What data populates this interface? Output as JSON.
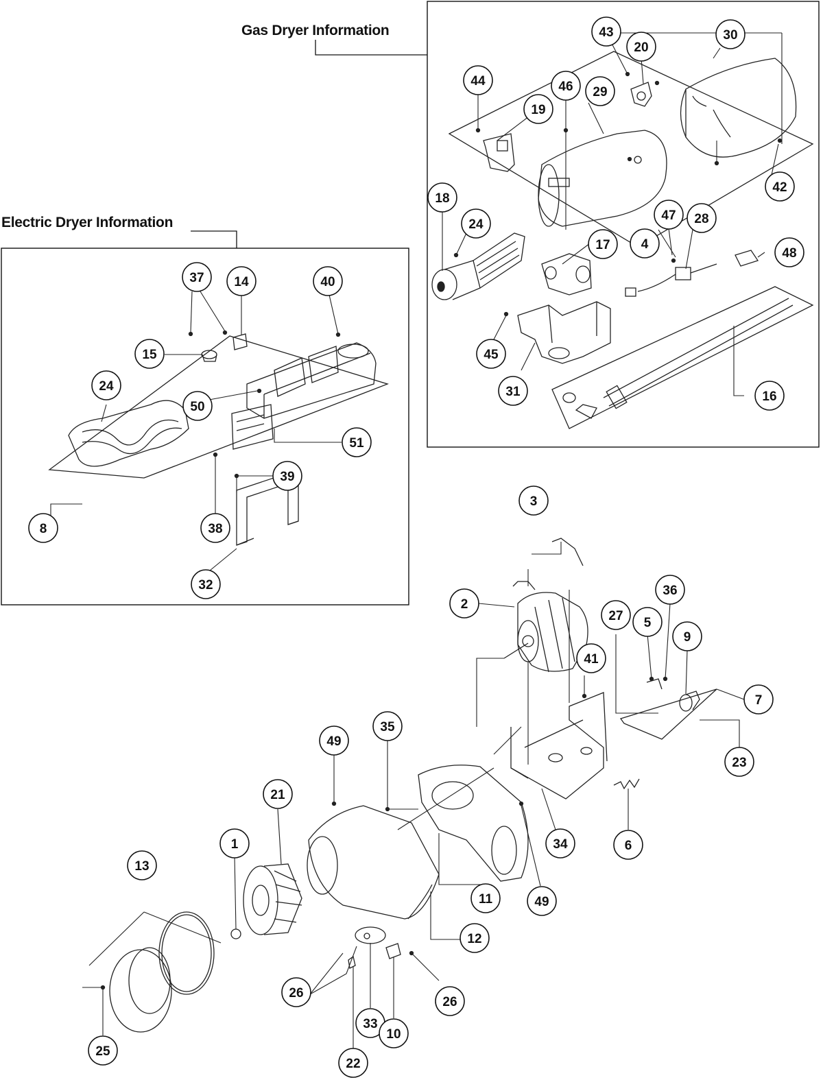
{
  "panels": {
    "gas": {
      "title": "Gas Dryer Information"
    },
    "electric": {
      "title": "Electric Dryer Information"
    }
  },
  "callouts": {
    "c43": "43",
    "c20": "20",
    "c30": "30",
    "c44": "44",
    "c46": "46",
    "c29": "29",
    "c19": "19",
    "c42": "42",
    "c18": "18",
    "c24g": "24",
    "c47": "47",
    "c28": "28",
    "c17": "17",
    "c4": "4",
    "c48": "48",
    "c45": "45",
    "c31": "31",
    "c16": "16",
    "c37": "37",
    "c14": "14",
    "c40": "40",
    "c15": "15",
    "c24e": "24",
    "c50": "50",
    "c51": "51",
    "c39": "39",
    "c38": "38",
    "c8": "8",
    "c32": "32",
    "c3": "3",
    "c2": "2",
    "c36": "36",
    "c27": "27",
    "c5": "5",
    "c9": "9",
    "c41": "41",
    "c7": "7",
    "c23": "23",
    "c35": "35",
    "c49a": "49",
    "c21": "21",
    "c34": "34",
    "c6": "6",
    "c1": "1",
    "c13": "13",
    "c11": "11",
    "c49b": "49",
    "c12": "12",
    "c26a": "26",
    "c33": "33",
    "c26b": "26",
    "c10": "10",
    "c25": "25",
    "c22": "22"
  }
}
